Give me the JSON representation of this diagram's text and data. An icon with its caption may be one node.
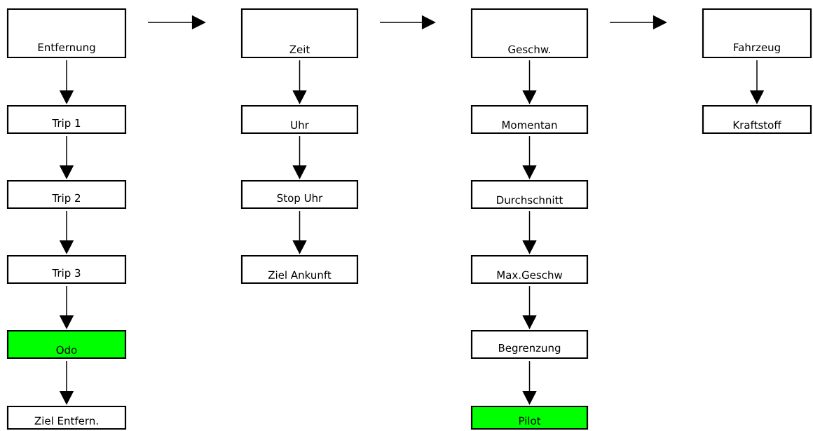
{
  "diagram": {
    "nodes": [
      {
        "text": [
          "Entfernung"
        ]
      },
      {
        "text": [
          "Trip 1"
        ]
      },
      {
        "text": [
          "Trip 2"
        ]
      },
      {
        "text": [
          "Trip 3"
        ]
      },
      {
        "text": [
          "Odo"
        ]
      },
      {
        "text": [
          "Ziel Entfern."
        ]
      },
      {
        "text": [
          "Zeit"
        ]
      },
      {
        "text": [
          "Uhr"
        ]
      },
      {
        "text": [
          "Stop Uhr"
        ]
      },
      {
        "text": [
          "Ziel Ankunft"
        ]
      },
      {
        "text": [
          "Geschw."
        ]
      },
      {
        "text": [
          "Momentan"
        ]
      },
      {
        "text": [
          "Durchschnitt"
        ]
      },
      {
        "text": [
          "Max.Geschw"
        ]
      },
      {
        "text": [
          "Begrenzung"
        ]
      },
      {
        "text": [
          "Pilot"
        ]
      },
      {
        "text": [
          "Fahrzeug"
        ]
      },
      {
        "text": [
          "Kraftstoff"
        ]
      }
    ],
    "edges": [
      {
        "from": 0,
        "to": 6,
        "arrow": "to"
      },
      {
        "from": 6,
        "to": 10,
        "arrow": "to"
      },
      {
        "from": 10,
        "to": 16,
        "arrow": "to"
      },
      {
        "from": 0,
        "to": 1,
        "arrow": "to"
      },
      {
        "from": 1,
        "to": 2,
        "arrow": "to"
      },
      {
        "from": 2,
        "to": 3,
        "arrow": "to"
      },
      {
        "from": 3,
        "to": 4,
        "arrow": "to"
      },
      {
        "from": 4,
        "to": 5,
        "arrow": "to"
      },
      {
        "from": 6,
        "to": 7,
        "arrow": "to"
      },
      {
        "from": 7,
        "to": 8,
        "arrow": "to"
      },
      {
        "from": 8,
        "to": 9,
        "arrow": "to"
      },
      {
        "from": 10,
        "to": 11,
        "arrow": "to"
      },
      {
        "from": 11,
        "to": 12,
        "arrow": "to"
      },
      {
        "from": 12,
        "to": 13,
        "arrow": "to"
      },
      {
        "from": 13,
        "to": 14,
        "arrow": "to"
      },
      {
        "from": 14,
        "to": 15,
        "arrow": "to"
      },
      {
        "from": 16,
        "to": 17,
        "arrow": "to"
      }
    ]
  }
}
